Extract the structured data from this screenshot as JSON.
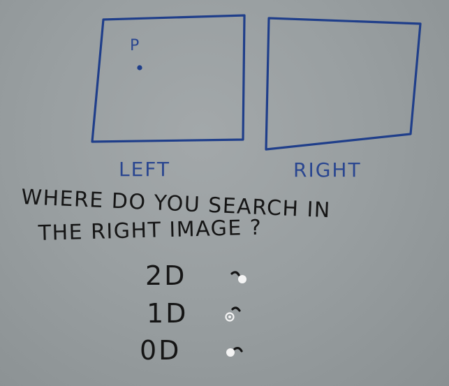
{
  "left_box": {
    "point_label": "P",
    "caption": "LEFT"
  },
  "right_box": {
    "caption": "RIGHT"
  },
  "question": {
    "line1": "WHERE DO YOU SEARCH IN",
    "line2": "THE RIGHT IMAGE ?"
  },
  "options": [
    {
      "label": "2D",
      "selected": false
    },
    {
      "label": "1D",
      "selected": true
    },
    {
      "label": "0D",
      "selected": false
    }
  ],
  "colors": {
    "marker_blue": "#1f3e8a",
    "marker_black": "#141414",
    "board_gray": "#999fa1"
  }
}
